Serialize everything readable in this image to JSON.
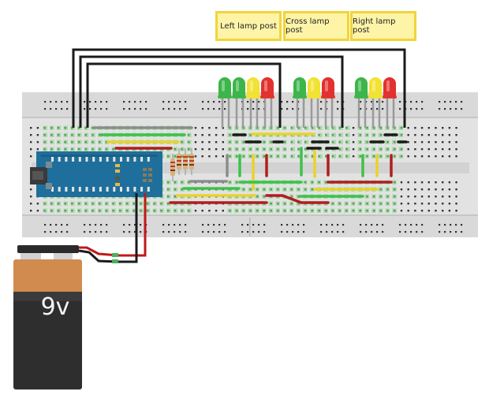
{
  "title": "Arduino Nano traffic lamp posts breadboard circuit",
  "lamp_posts": [
    {
      "label": "Left lamp post",
      "leds": [
        "green",
        "green",
        "yellow",
        "red"
      ]
    },
    {
      "label": "Cross lamp post",
      "leds": [
        "green",
        "yellow",
        "red"
      ]
    },
    {
      "label": "Right lamp post",
      "leds": [
        "green",
        "yellow",
        "red"
      ]
    }
  ],
  "battery": {
    "label": "9v"
  },
  "components": {
    "microcontroller": "arduino-nano",
    "resistors": 4
  },
  "colors": {
    "led_green": "#3cb54a",
    "led_yellow": "#f2e232",
    "led_red": "#e2312e",
    "wire_black": "#1a1a1a",
    "wire_red": "#b01e1e",
    "wire_green": "#3cc24a",
    "wire_yellow": "#e8d32a",
    "wire_gray": "#8c8c8c",
    "board_blue": "#1e6f9c",
    "battery_top": "#d18b4f",
    "battery_body": "#2e2e2e",
    "label_fill": "#fdf4a8",
    "label_border": "#f2d438"
  }
}
